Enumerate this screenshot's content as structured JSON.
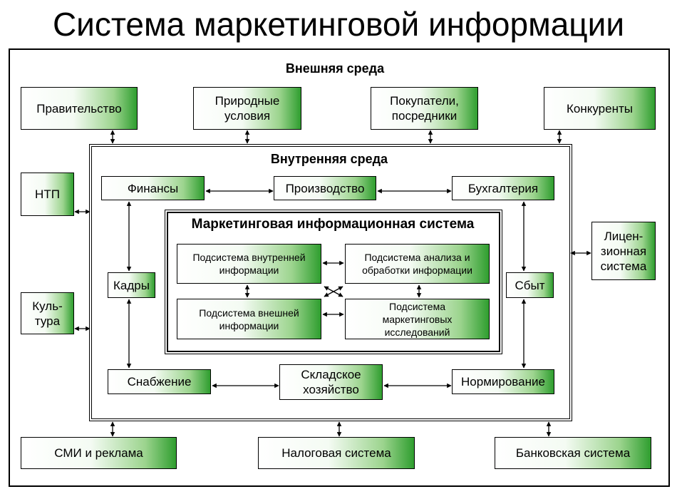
{
  "title": "Система маркетинговой информации",
  "external": {
    "label": "Внешняя среда",
    "government": "Правительство",
    "nature": "Природные условия",
    "buyers": "Покупатели, посредники",
    "competitors": "Конкуренты",
    "ntp": "НТП",
    "culture": "Куль-тура",
    "license": "Лицен-зионная система",
    "media": "СМИ и реклама",
    "tax": "Налоговая система",
    "bank": "Банковская система"
  },
  "internal": {
    "label": "Внутренняя среда",
    "finance": "Финансы",
    "production": "Производство",
    "accounting": "Бухгалтерия",
    "personnel": "Кадры",
    "sales": "Сбыт",
    "supply": "Снабжение",
    "warehouse": "Складское хозяйство",
    "rationing": "Нормирование"
  },
  "mis": {
    "label": "Маркетинговая информационная система",
    "internal_info": "Подсистема внутренней информации",
    "analysis": "Подсистема анализа и обработки информации",
    "external_info": "Подсистема внешней информации",
    "research": "Подсистема маркетинговых исследований"
  }
}
